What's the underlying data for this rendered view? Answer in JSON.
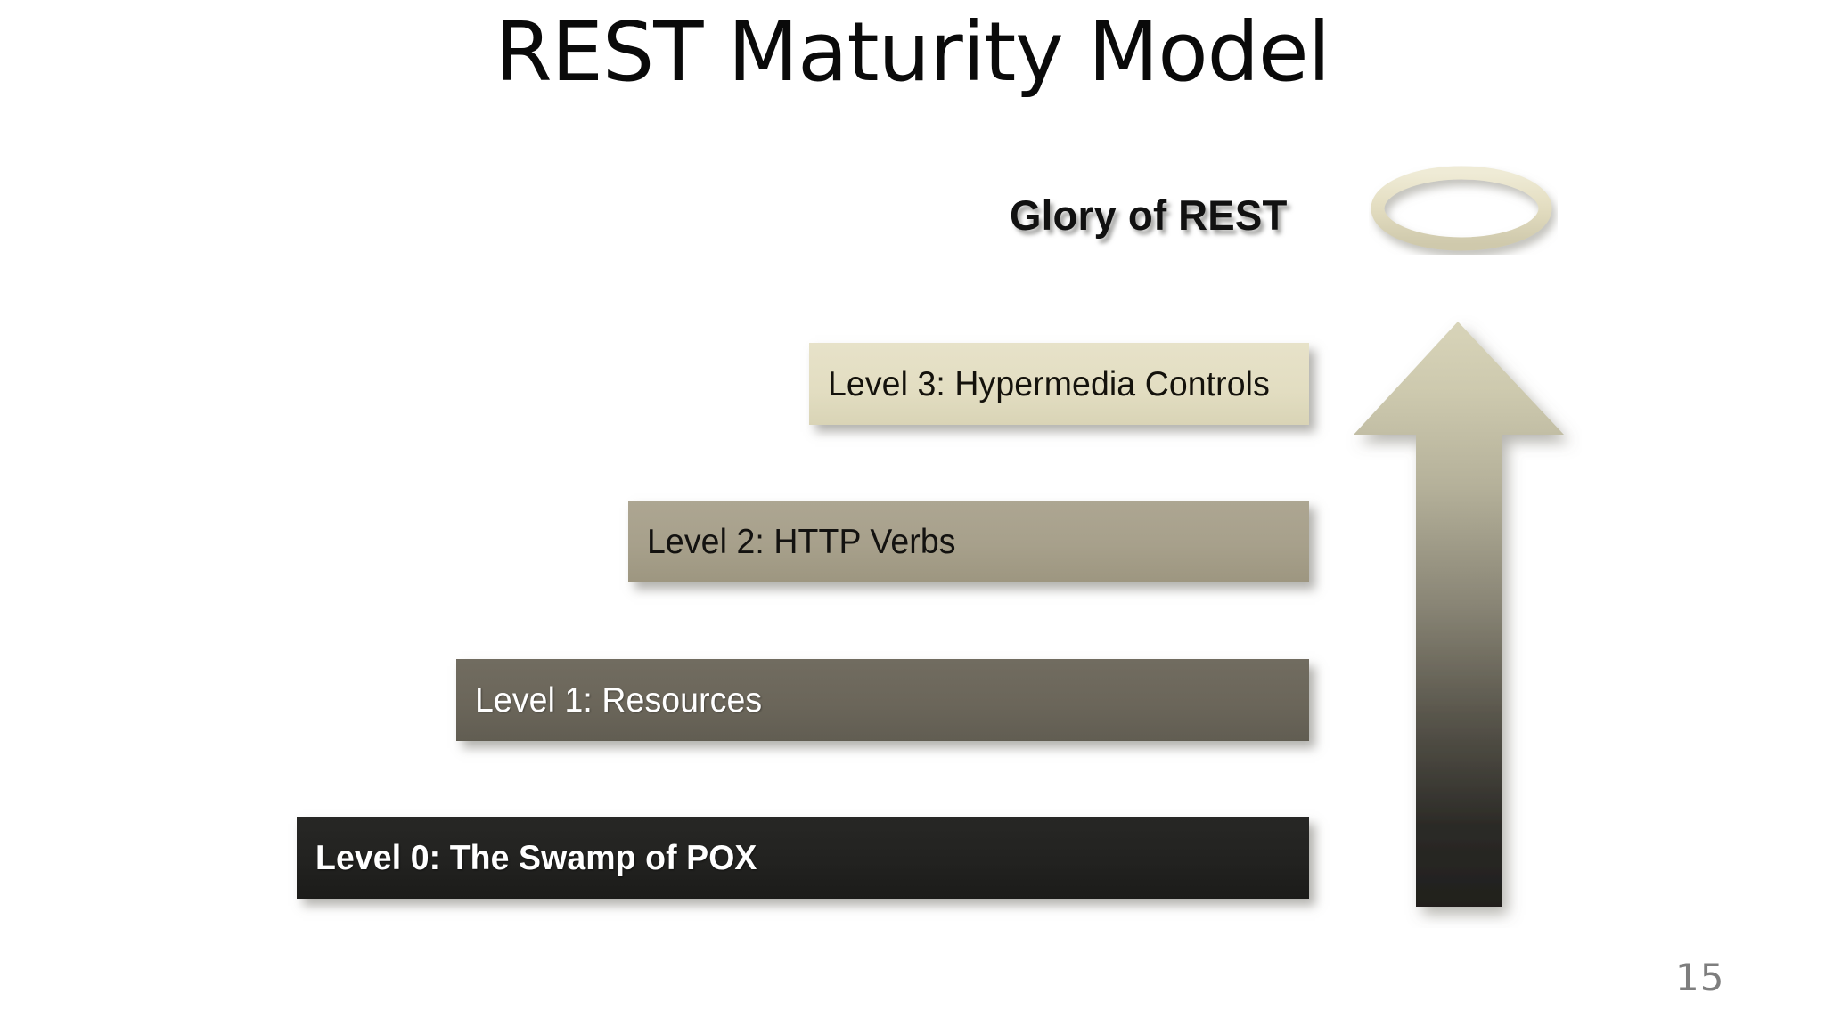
{
  "slide": {
    "title": "REST Maturity Model",
    "page_number": "15",
    "background_color": "#ffffff"
  },
  "diagram": {
    "type": "staircase",
    "top_label": "Glory of REST",
    "halo": {
      "icon": "halo-ring-icon",
      "color": "#e6e0c4"
    },
    "arrow": {
      "icon": "up-arrow-icon",
      "direction": "up",
      "gradient_from": "#242320",
      "gradient_to": "#d6d2b7"
    },
    "levels": [
      {
        "id": "level-3",
        "label": "Level 3: Hypermedia Controls",
        "background_color": "#e2ddc1",
        "text_color": "#14120c"
      },
      {
        "id": "level-2",
        "label": "Level 2: HTTP Verbs",
        "background_color": "#a7a08b",
        "text_color": "#131210"
      },
      {
        "id": "level-1",
        "label": "Level 1: Resources",
        "background_color": "#6b665a",
        "text_color": "#ffffff"
      },
      {
        "id": "level-0",
        "label": "Level 0: The Swamp of POX",
        "background_color": "#222220",
        "text_color": "#ffffff"
      }
    ]
  }
}
